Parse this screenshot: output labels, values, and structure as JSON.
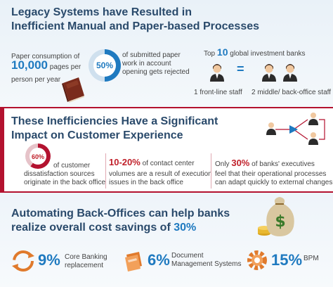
{
  "section1": {
    "title_line1": "Legacy Systems have Resulted in",
    "title_line2": "Inefficient Manual and Paper-based Processes",
    "paper": {
      "line1": "Paper consumption of",
      "number": "10,000",
      "line2_suffix": " pages per",
      "line3": "person per year"
    },
    "donut": {
      "value": "50%",
      "fraction": 0.5,
      "line1": "of submitted paper",
      "line2": "work in account",
      "line3": "opening gets rejected"
    },
    "banks": {
      "prefix": "Top ",
      "number": "10",
      "suffix": " global investment banks",
      "equals": "=",
      "left_label": "1 front-line staff",
      "right_label": "2 middle/ back-office staff"
    }
  },
  "section2": {
    "title_line1": "These Inefficiencies Have a Significant",
    "title_line2": "Impact on Customer Experience",
    "stat1": {
      "value": "60%",
      "fraction": 0.6,
      "line1": "of customer",
      "line2": "dissatisfaction sources",
      "line3": "originate in the back office"
    },
    "stat2": {
      "value": "10-20%",
      "line1_suffix": " of contact center",
      "line2": "volumes are a result of execution",
      "line3": "issues in the back office"
    },
    "stat3": {
      "prefix": "Only ",
      "value": "30%",
      "line1_suffix": " of banks' executives",
      "line2": "feel that their operational processes",
      "line3": "can adapt quickly to external changes"
    }
  },
  "section3": {
    "title_line1": "Automating Back-Offices can help banks",
    "title_line2_prefix": "realize overall cost savings of ",
    "title_value": "30%",
    "items": [
      {
        "value": "9%",
        "line1": "Core Banking",
        "line2": "replacement"
      },
      {
        "value": "6%",
        "line1": "Document",
        "line2": "Management Systems"
      },
      {
        "value": "15%",
        "line1": "BPM",
        "line2": ""
      }
    ]
  },
  "colors": {
    "title": "#2a4a6b",
    "accent_blue": "#1f7ac0",
    "accent_red": "#b3122f",
    "orange": "#e07a2c"
  }
}
